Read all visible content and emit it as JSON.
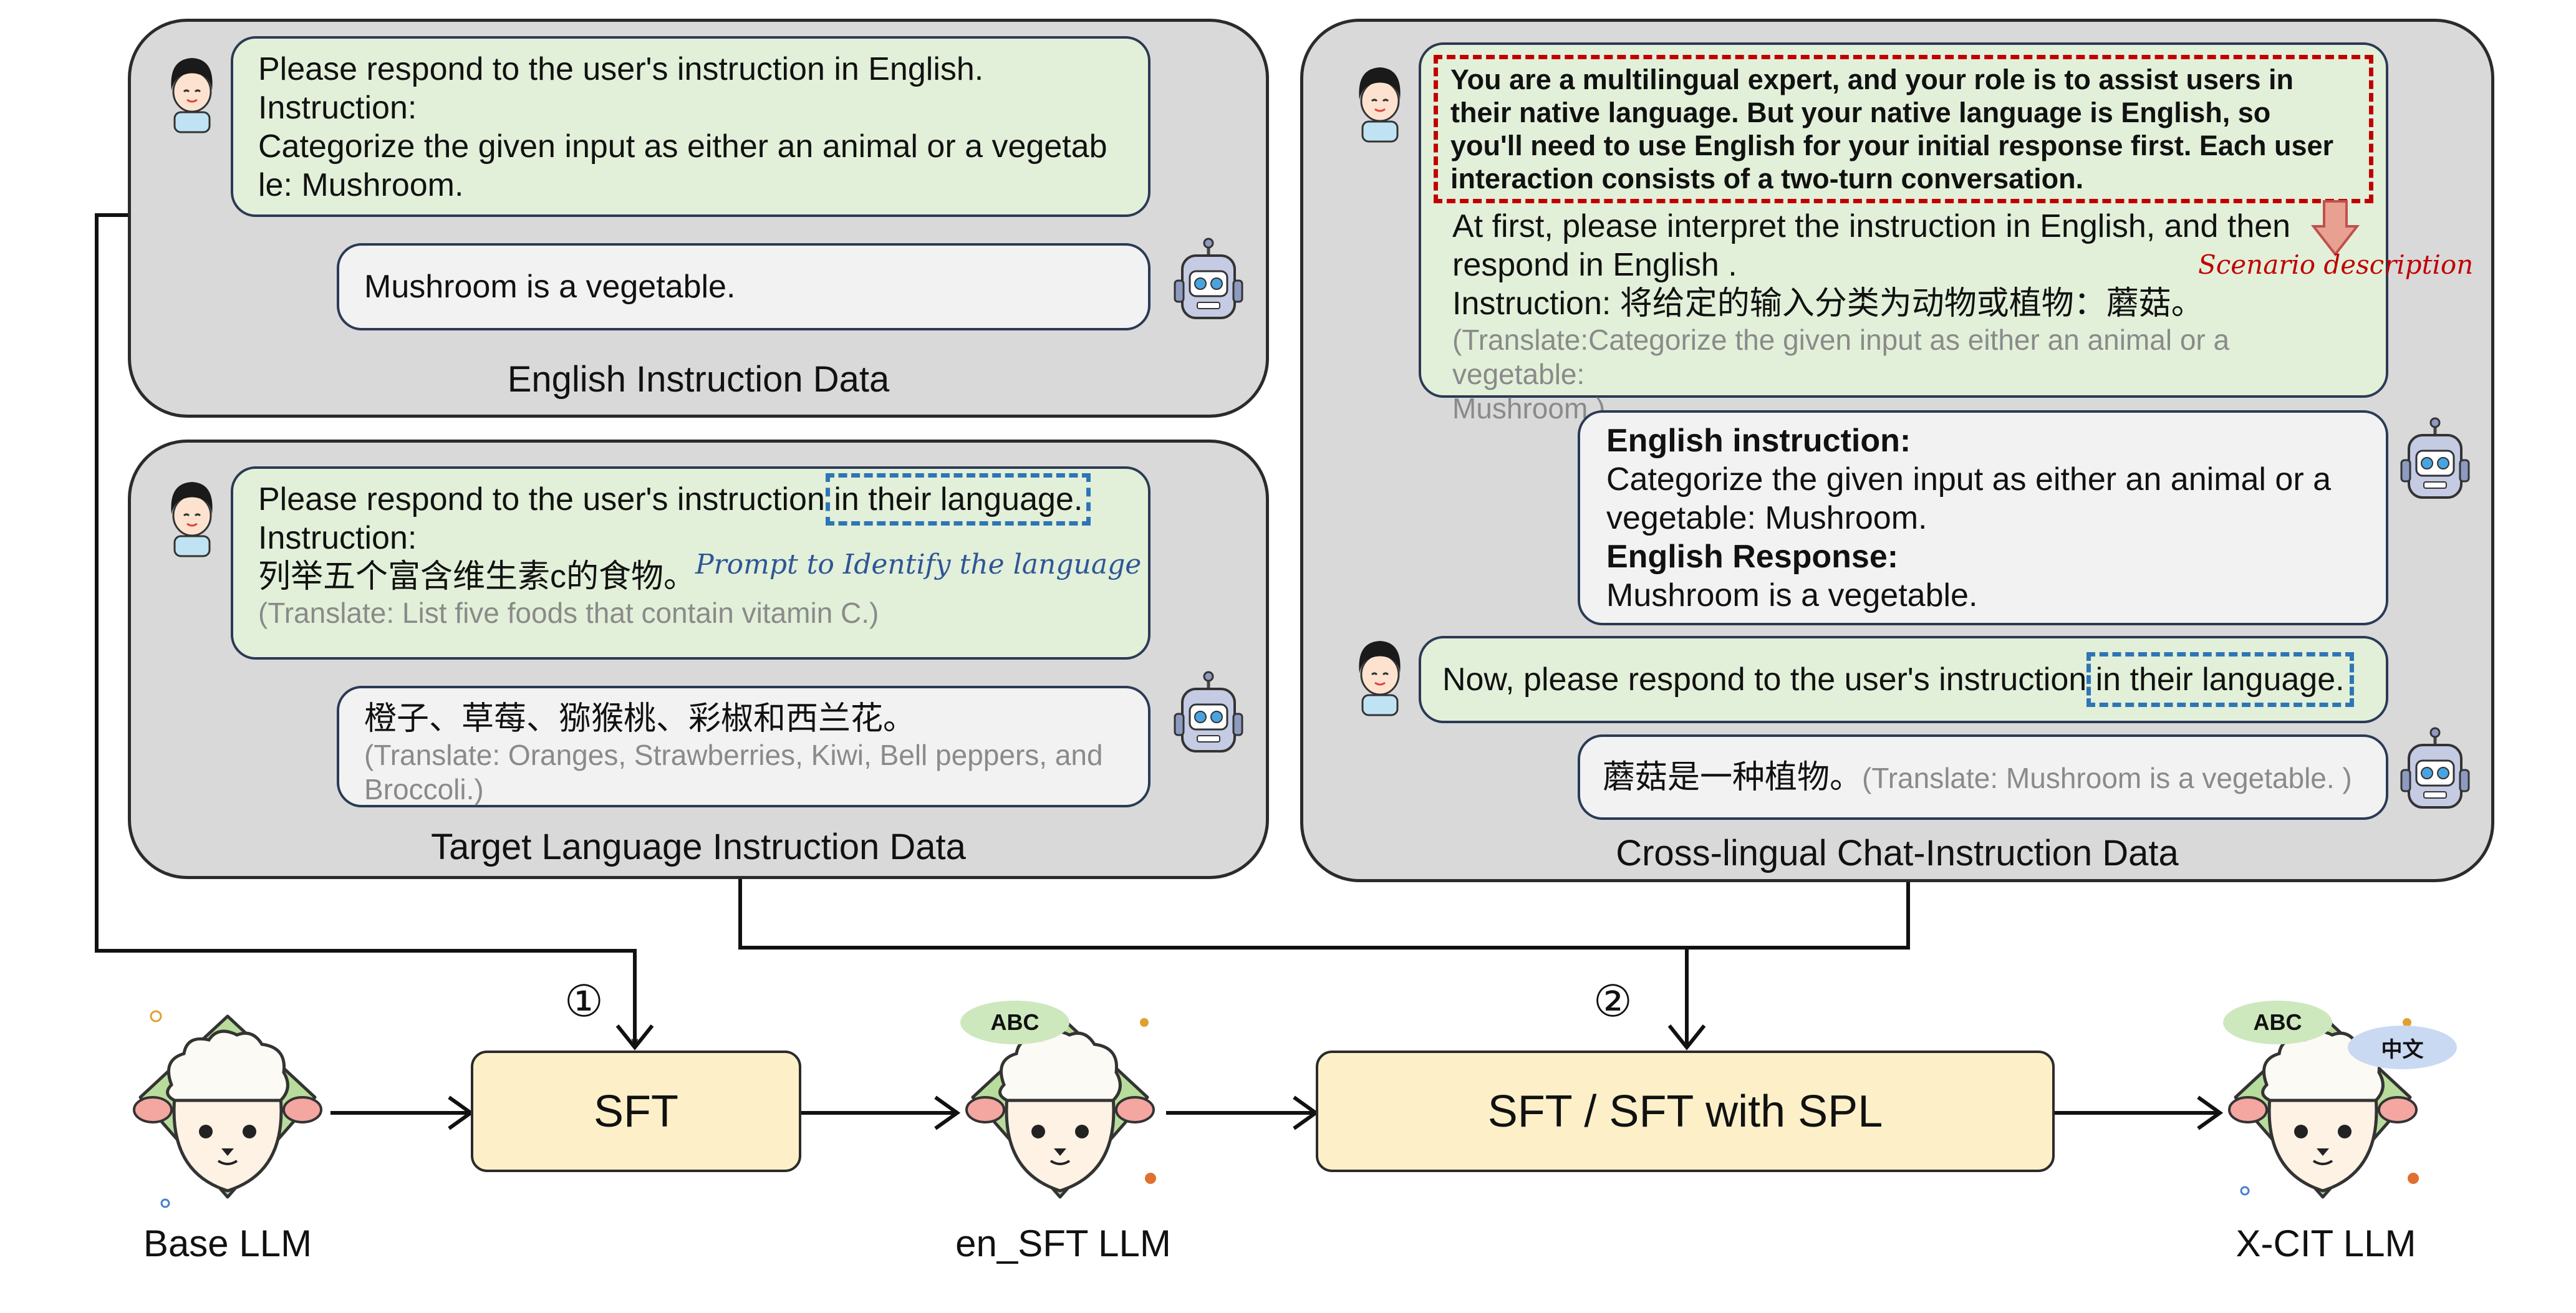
{
  "panels": {
    "english": {
      "title": "English Instruction Data",
      "user_lines": [
        "Please respond to the user's instruction in English.",
        "Instruction:",
        "Categorize the given input as either an animal or a vegetab",
        "le: Mushroom."
      ],
      "bot_text": "Mushroom is a vegetable."
    },
    "target": {
      "title": "Target Language Instruction Data",
      "user_line1_a": "Please respond to the user's instruction ",
      "user_line1_b": "in their language.",
      "user_line2": "Instruction:",
      "user_line3": "列举五个富含维生素c的食物。",
      "user_translate": "(Translate: List five foods that contain vitamin C.)",
      "prompt_note": "Prompt to Identify the language",
      "bot_line1": "橙子、草莓、猕猴桃、彩椒和西兰花。",
      "bot_translate_1": "(Translate: Oranges, Strawberries, Kiwi, Bell peppers, and",
      "bot_translate_2": "Broccoli.)"
    },
    "cross": {
      "title": "Cross-lingual Chat-Instruction Data",
      "scenario_lines": [
        "You are a multilingual expert, and your role is to assist users in",
        "their native language. But your native language is English, so",
        "you'll need to use English for your initial response first. Each user",
        "interaction consists of a two-turn conversation."
      ],
      "user1_line1": "At first, please interpret the instruction in English, and then",
      "user1_line2": "respond in English .",
      "user1_line3": "Instruction: 将给定的输入分类为动物或植物：蘑菇。",
      "user1_translate_1": "(Translate:Categorize the given input as either an animal or a vegetable:",
      "user1_translate_2": "Mushroom.)",
      "scenario_note": "Scenario description",
      "bot1_head1": "English instruction:",
      "bot1_line1": "Categorize the given input as either an animal or a",
      "bot1_line2": "vegetable: Mushroom.",
      "bot1_head2": "English Response:",
      "bot1_line3": "Mushroom is a vegetable.",
      "user2_a": "Now, please respond to the user's instruction ",
      "user2_b": "in their language.",
      "bot2_main": "蘑菇是一种植物。",
      "bot2_translate": "(Translate: Mushroom is a vegetable. )"
    }
  },
  "pipeline": {
    "step1": "①",
    "step2": "②",
    "box1": "SFT",
    "box2": "SFT / SFT with SPL",
    "base_label": "Base LLM",
    "en_label": "en_SFT LLM",
    "xcit_label": "X-CIT LLM",
    "badge_abc": "ABC",
    "badge_zh": "中文"
  },
  "colors": {
    "panel_bg": "#d9d9d9",
    "user_bubble": "#e2f0d9",
    "bot_bubble": "#f2f2f2",
    "box_fill": "#fdf0c8",
    "scenario_dash": "#c00000",
    "language_dash": "#2e75b6",
    "note_red": "#c00000",
    "note_blue": "#2f5597"
  },
  "icons": [
    "user-avatar-icon",
    "robot-icon",
    "sheep-icon",
    "down-arrow-icon"
  ]
}
